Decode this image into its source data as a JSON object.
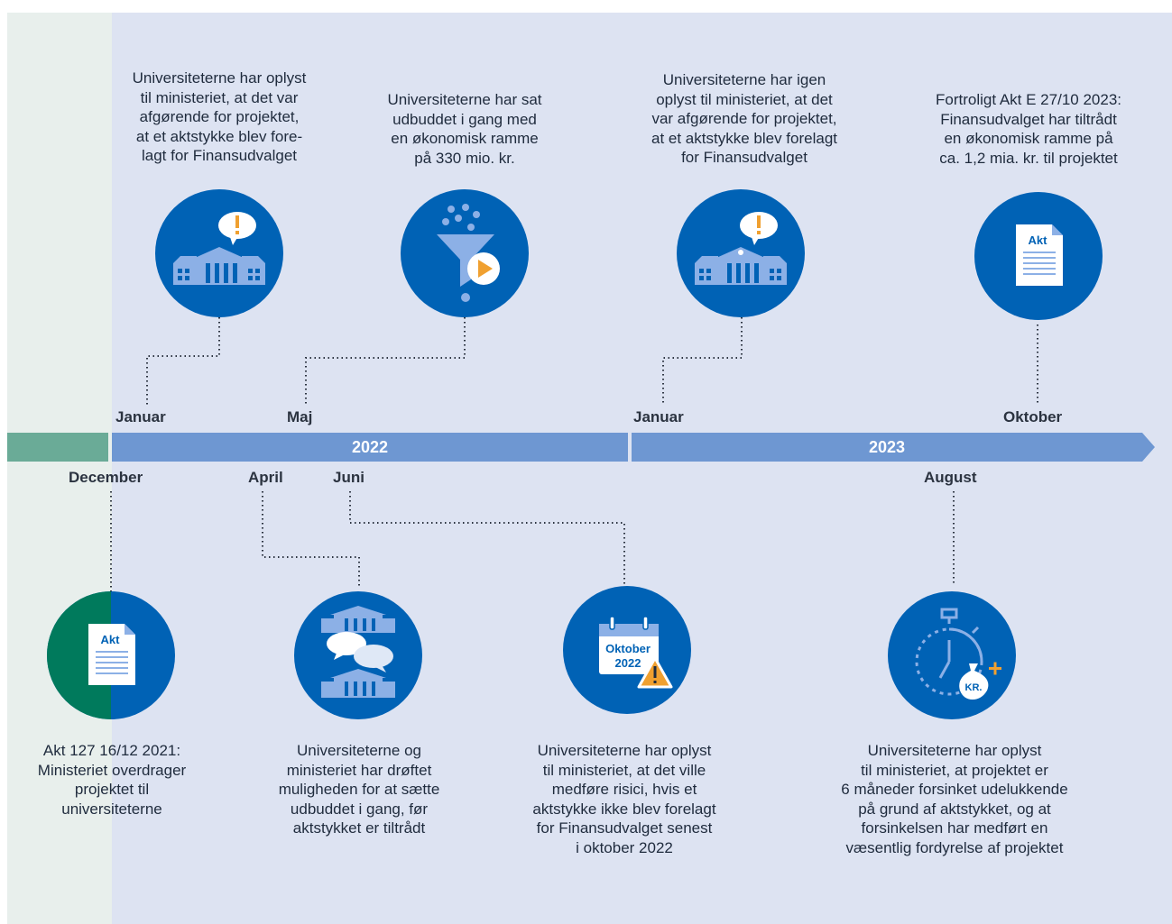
{
  "timeline": {
    "years": [
      {
        "label": "2022"
      },
      {
        "label": "2023"
      }
    ],
    "months_top": [
      "Januar",
      "Maj",
      "Januar",
      "Oktober"
    ],
    "months_bottom": [
      "December",
      "April",
      "Juni",
      "August"
    ]
  },
  "events_top": [
    {
      "month": "Januar",
      "lines": [
        "Universiteterne har oplyst",
        "til ministeriet, at det var",
        "afgørende for projektet,",
        "at et aktstykke blev fore-",
        "lagt for Finansudvalget"
      ],
      "icon": "university-alert-icon"
    },
    {
      "month": "Maj",
      "lines": [
        "Universiteterne har sat",
        "udbuddet i gang med",
        "en økonomisk ramme",
        "på 330 mio. kr."
      ],
      "icon": "funnel-play-icon"
    },
    {
      "month": "Januar",
      "lines": [
        "Universiteterne har igen",
        "oplyst til ministeriet, at det",
        "var afgørende for projektet,",
        "at et aktstykke blev forelagt",
        "for Finansudvalget"
      ],
      "icon": "university-alert-icon"
    },
    {
      "month": "Oktober",
      "lines": [
        "Fortroligt Akt E 27/10 2023:",
        "Finansudvalget har tiltrådt",
        "en økonomisk ramme på",
        "ca. 1,2 mia. kr. til projektet"
      ],
      "icon": "document-icon",
      "icon_label": "Akt"
    }
  ],
  "events_bottom": [
    {
      "month": "December",
      "lines": [
        "Akt 127 16/12 2021:",
        "Ministeriet overdrager",
        "projektet til",
        "universiteterne"
      ],
      "icon": "document-icon",
      "icon_label": "Akt"
    },
    {
      "month": "April",
      "lines": [
        "Universiteterne og",
        "ministeriet har drøftet",
        "muligheden for at sætte",
        "udbuddet i gang, før",
        "aktstykket er tiltrådt"
      ],
      "icon": "buildings-dialogue-icon"
    },
    {
      "month": "Juni",
      "lines": [
        "Universiteterne har oplyst",
        "til ministeriet, at det ville",
        "medføre risici, hvis et",
        "aktstykke ikke blev forelagt",
        "for Finansudvalget senest",
        "i oktober 2022"
      ],
      "icon": "calendar-warning-icon",
      "icon_label_1": "Oktober",
      "icon_label_2": "2022"
    },
    {
      "month": "August",
      "lines": [
        "Universiteterne har oplyst",
        "til ministeriet, at projektet er",
        "6 måneder forsinket udelukkende",
        "på grund af aktstykket, og at",
        "forsinkelsen har medført en",
        "væsentlig fordyrelse af projektet"
      ],
      "icon": "stopwatch-money-icon",
      "icon_label": "KR."
    }
  ],
  "colors": {
    "circle_blue": "#0062b5",
    "circle_green": "#007a5c",
    "timeline_blue": "#6e97d2",
    "timeline_green": "#6aab97",
    "background_blue": "#dde3f2",
    "background_green": "#e8efec"
  }
}
